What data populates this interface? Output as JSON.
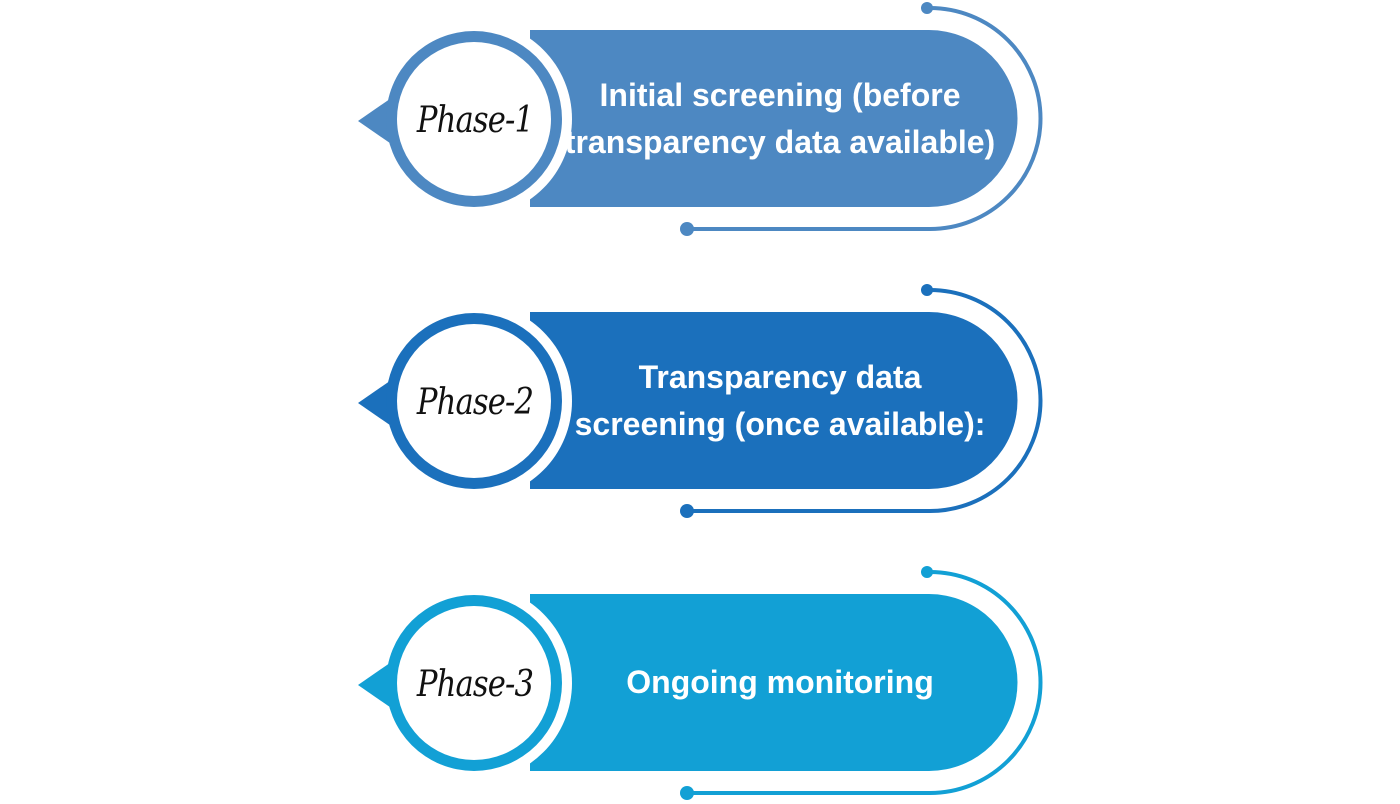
{
  "phases": [
    {
      "label": "Phase-1",
      "text": "Initial screening (before transparency data available)",
      "color": "#4D88C2"
    },
    {
      "label": "Phase-2",
      "text": "Transparency data screening (once available):",
      "color": "#1B70BC"
    },
    {
      "label": "Phase-3",
      "text": "Ongoing monitoring",
      "color": "#12A0D5"
    }
  ]
}
